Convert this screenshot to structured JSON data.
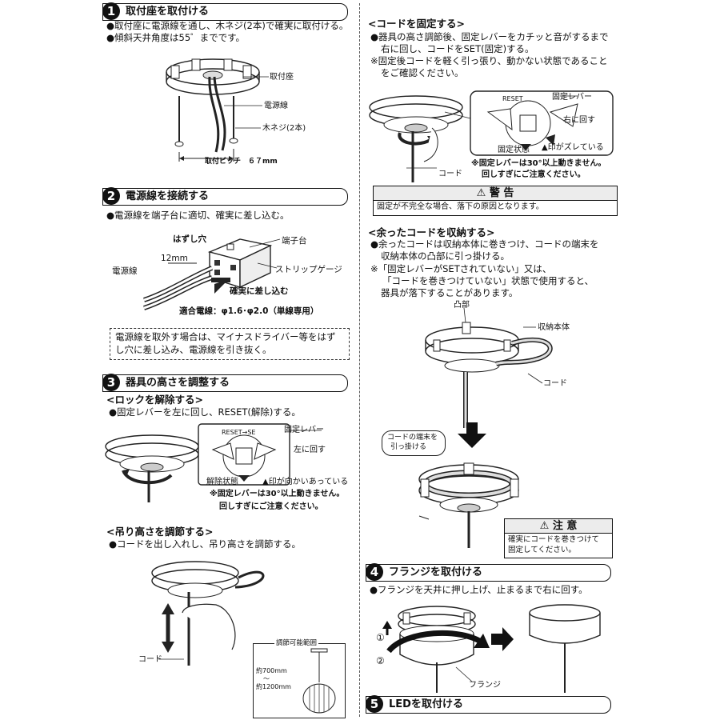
{
  "step1": {
    "num": "1",
    "title": "取付座を取付ける",
    "lines": [
      "●取付座に電源線を通し、木ネジ(2本)で確実に取付ける。",
      "●傾斜天井角度は55゜までです。"
    ],
    "labels": {
      "base": "取付座",
      "wire": "電源線",
      "screw": "木ネジ(2本)",
      "pitch": "取付ピッチ　６７mm"
    }
  },
  "step2": {
    "num": "2",
    "title": "電源線を接続する",
    "line": "●電源線を端子台に適切、確実に差し込む。",
    "labels": {
      "release_hole": "はずし穴",
      "terminal": "端子台",
      "mm12": "12mm",
      "power_wire": "電源線",
      "strip_gauge": "ストリップゲージ",
      "insert": "確実に差し込む",
      "wire_spec": "適合電線：φ1.6･φ2.0（単線専用）"
    },
    "note": [
      "電源線を取外す場合は、マイナスドライバー等をはず",
      "し穴に差し込み、電源線を引き抜く。"
    ]
  },
  "step3": {
    "num": "3",
    "title": "器具の高さを調整する",
    "unlock": {
      "heading": "<ロックを解除する>",
      "line": "●固定レバーを左に回し、RESET(解除)する。",
      "labels": {
        "lever": "固定レバー",
        "turn_left": "左に回す",
        "released": "解除状態",
        "marks_face": "▲印が向かいあっている",
        "reset_text": "RESET→SE"
      },
      "note": [
        "※固定レバーは30°以上動きません。",
        "回しすぎにご注意ください。"
      ]
    },
    "height": {
      "heading": "<吊り高さを調節する>",
      "line": "●コードを出し入れし、吊り高さを調節する。",
      "labels": {
        "cord": "コード",
        "range_title": "調節可能範囲",
        "range_min": "約700mm",
        "range_tilde": "～",
        "range_max": "約1200mm"
      }
    }
  },
  "fix_cord": {
    "heading": "<コードを固定する>",
    "lines": [
      "●器具の高さ調節後、固定レバーをカチッと音がするまで",
      "右に回し、コードをSET(固定)する。",
      "※固定後コードを軽く引っ張り、動かない状態であること",
      "をご確認ください。"
    ],
    "labels": {
      "lever": "固定レバー",
      "turn_right": "右に回す",
      "fixed": "固定状態",
      "marks_off": "▲印がズレている",
      "cord": "コード",
      "reset_text": "RESET"
    },
    "note": [
      "※固定レバーは30°以上動きません。",
      "回しすぎにご注意ください。"
    ],
    "warning": {
      "title": "⚠ 警 告",
      "text": "固定が不完全な場合、落下の原因となります。"
    }
  },
  "store_cord": {
    "heading": "<余ったコードを収納する>",
    "lines": [
      "●余ったコードは収納本体に巻きつけ、コードの端末を",
      "収納本体の凸部に引っ掛ける。",
      "※「固定レバーがSETされていない」又は、",
      "「コードを巻きつけていない」状態で使用すると、",
      "器具が落下することがあります。"
    ],
    "labels": {
      "convex": "凸部",
      "body": "収納本体",
      "cord": "コード",
      "hook_1": "コードの端末を",
      "hook_2": "引っ掛ける"
    },
    "caution": {
      "title": "⚠ 注 意",
      "lines": [
        "確実にコードを巻きつけて",
        "固定してください。"
      ]
    }
  },
  "step4": {
    "num": "4",
    "title": "フランジを取付ける",
    "line": "●フランジを天井に押し上げ、止まるまで右に回す。",
    "labels": {
      "c1": "①",
      "c2": "②",
      "flange": "フランジ"
    }
  },
  "step5": {
    "num": "5",
    "title": "LEDを取付ける"
  }
}
